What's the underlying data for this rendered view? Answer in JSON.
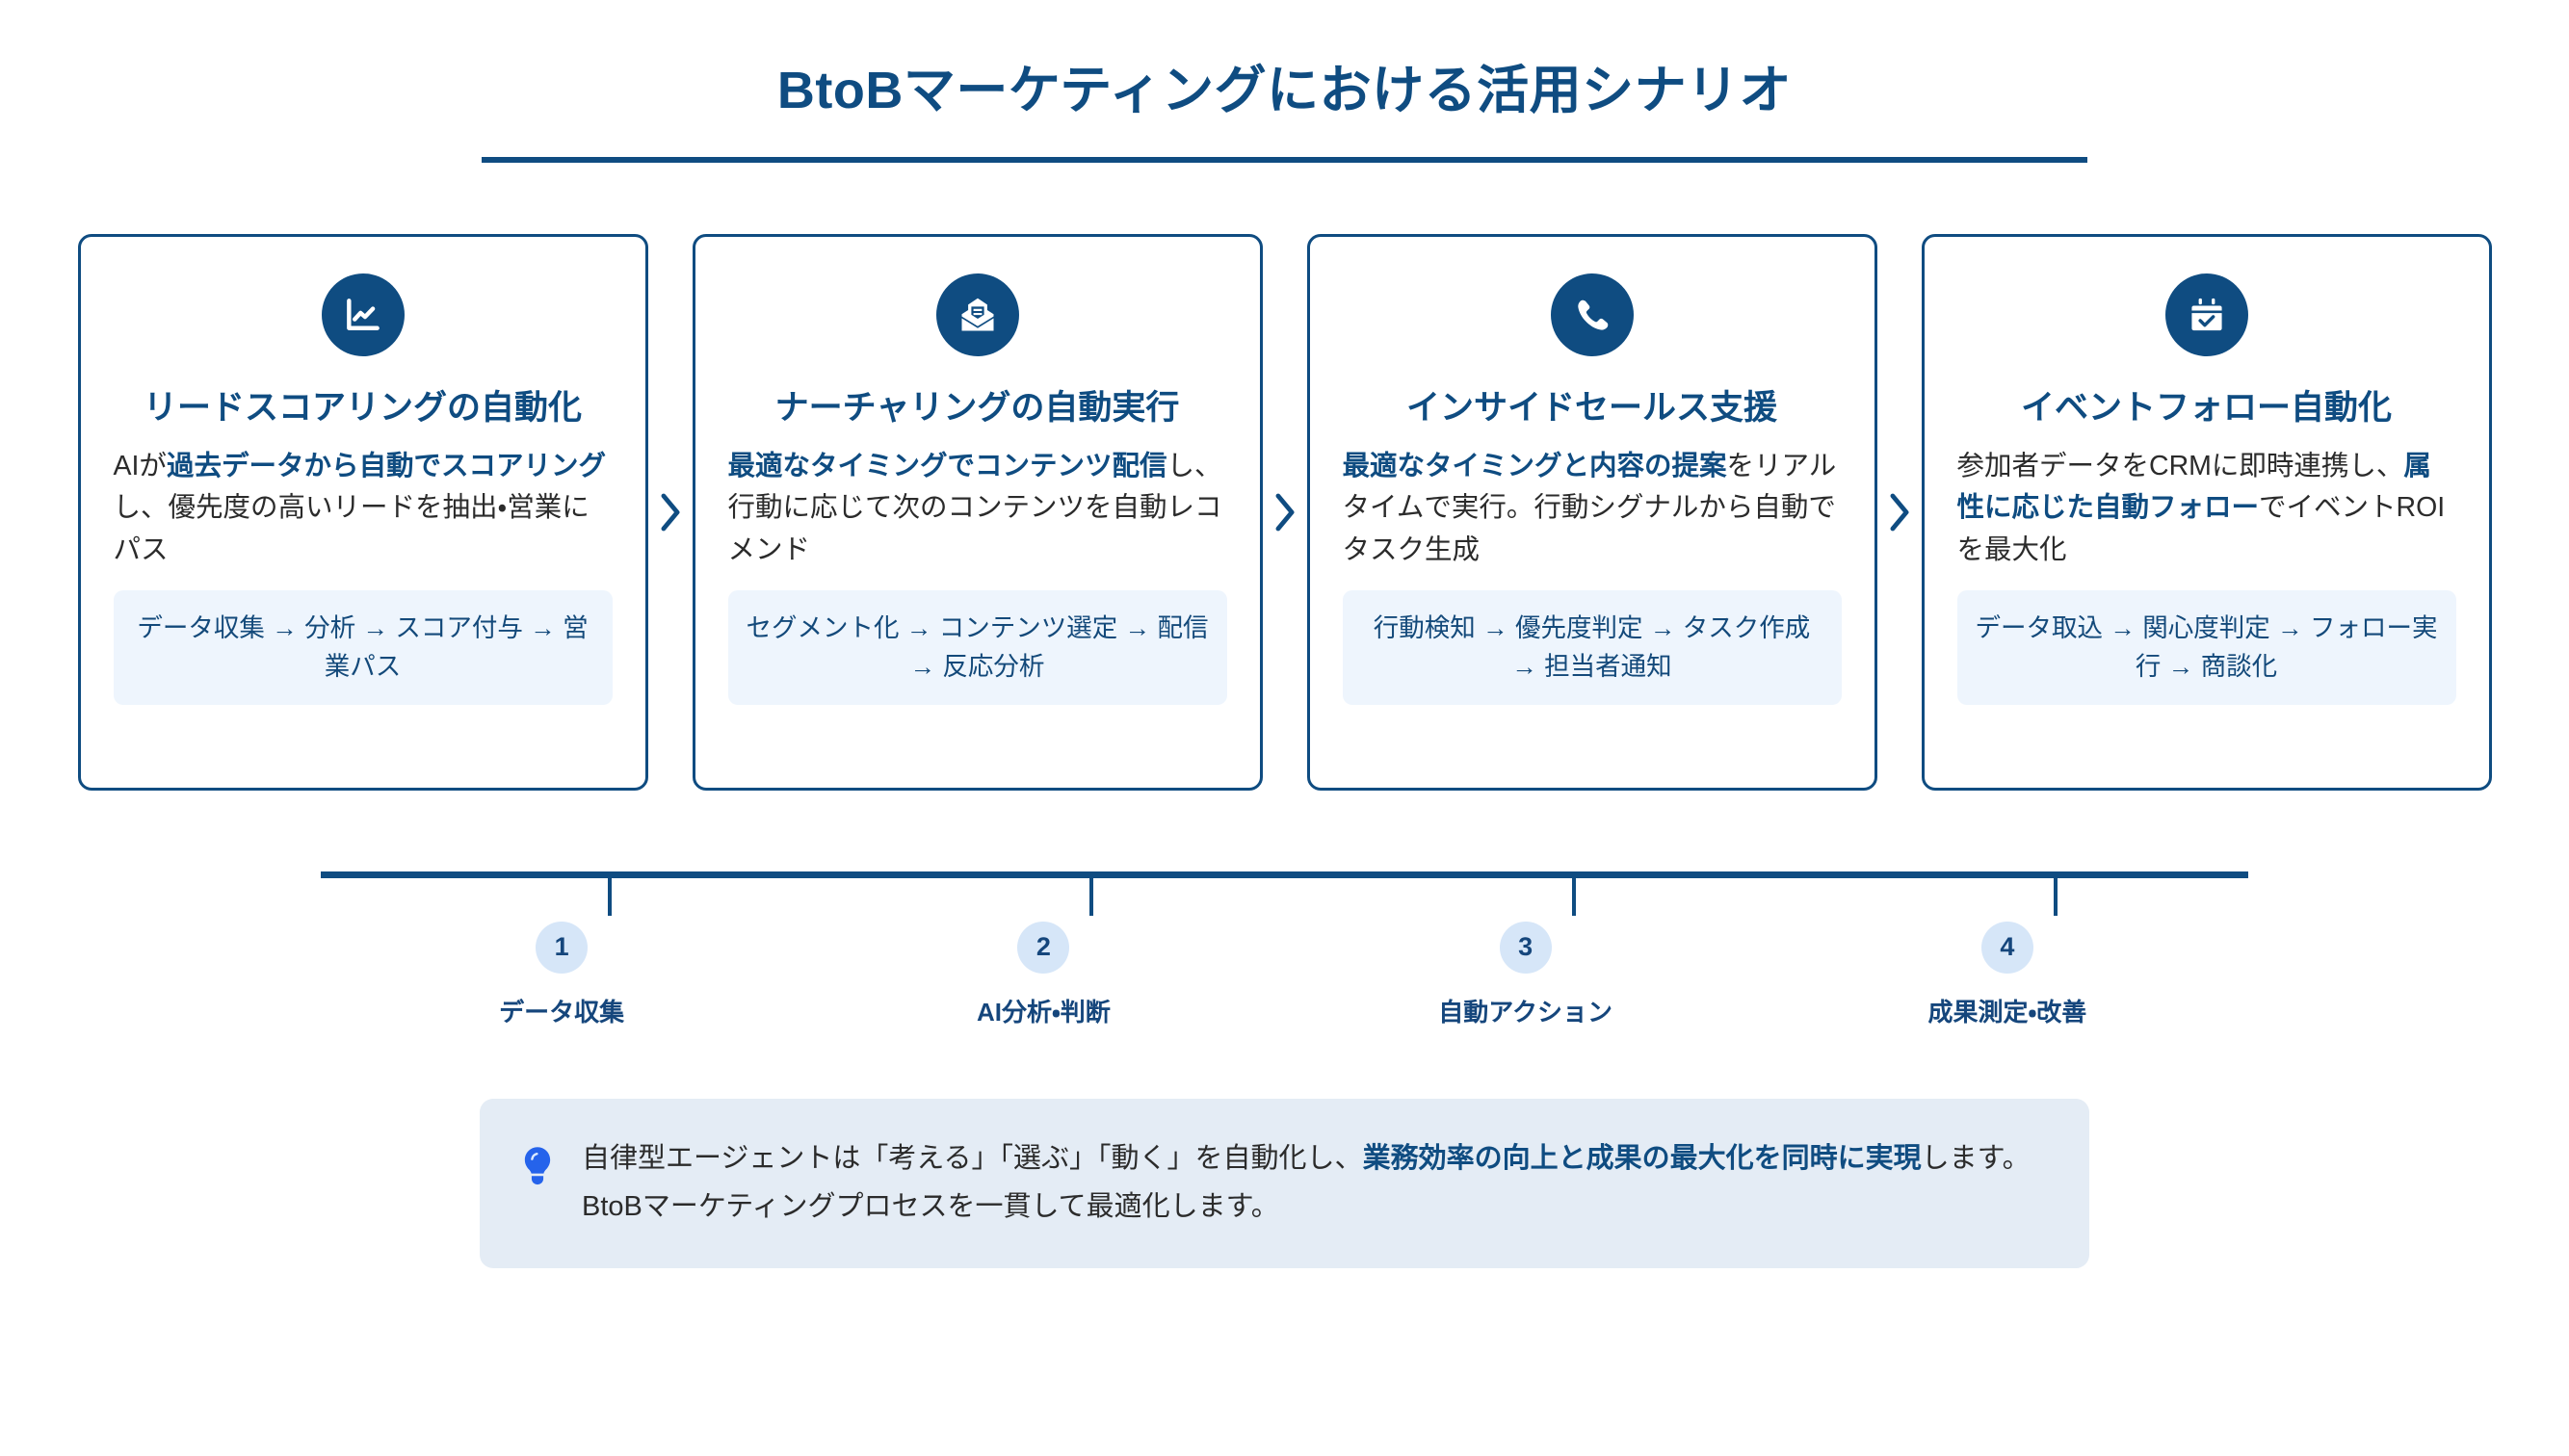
{
  "header": {
    "title": "BtoBマーケティングにおける活用シナリオ"
  },
  "colors": {
    "primary": "#0f4c81",
    "primary_dark_text": "#15467c",
    "flow_box_bg": "#eef5fd",
    "summary_bg": "#e4ecf5",
    "marker_bg": "#d6e6f8",
    "bulb": "#2563eb",
    "body_text": "#2b2b2b"
  },
  "cards": [
    {
      "icon": "line-chart-icon",
      "title": "リードスコアリングの自動化",
      "desc_parts": [
        {
          "text": "AIが",
          "bold": false
        },
        {
          "text": "過去データから自動でスコアリング",
          "bold": true
        },
        {
          "text": "し、優先度の高いリードを抽出・営業にパス",
          "bold": false
        }
      ],
      "flow": "データ収集 → 分析 → スコア付与 → 営業パス"
    },
    {
      "icon": "mail-open-icon",
      "title": "ナーチャリングの自動実行",
      "desc_parts": [
        {
          "text": "最適なタイミングでコンテンツ配信",
          "bold": true
        },
        {
          "text": "し、行動に応じて次のコンテンツを自動レコメンド",
          "bold": false
        }
      ],
      "flow": "セグメント化 → コンテンツ選定 → 配信 → 反応分析"
    },
    {
      "icon": "phone-icon",
      "title": "インサイドセールス支援",
      "desc_parts": [
        {
          "text": "最適なタイミングと内容の提案",
          "bold": true
        },
        {
          "text": "をリアルタイムで実行。行動シグナルから自動でタスク生成",
          "bold": false
        }
      ],
      "flow": "行動検知 → 優先度判定 → タスク作成 → 担当者通知"
    },
    {
      "icon": "calendar-check-icon",
      "title": "イベントフォロー自動化",
      "desc_parts": [
        {
          "text": "参加者データをCRMに即時連携し、",
          "bold": false
        },
        {
          "text": "属性に応じた自動フォロー",
          "bold": true
        },
        {
          "text": "でイベントROIを最大化",
          "bold": false
        }
      ],
      "flow": "データ取込 → 関心度判定 → フォロー実行 → 商談化"
    }
  ],
  "timeline": {
    "steps": [
      {
        "number": "1",
        "label": "データ収集"
      },
      {
        "number": "2",
        "label": "AI分析・判断"
      },
      {
        "number": "3",
        "label": "自動アクション"
      },
      {
        "number": "4",
        "label": "成果測定・改善"
      }
    ]
  },
  "summary": {
    "icon": "lightbulb-icon",
    "parts": [
      {
        "text": "自律型エージェントは「考える」「選ぶ」「動く」を自動化し、",
        "bold": false
      },
      {
        "text": "業務効率の向上と成果の最大化を同時に実現",
        "bold": true
      },
      {
        "text": "します。BtoBマーケティングプロセスを一貫して最適化します。",
        "bold": false
      }
    ]
  }
}
